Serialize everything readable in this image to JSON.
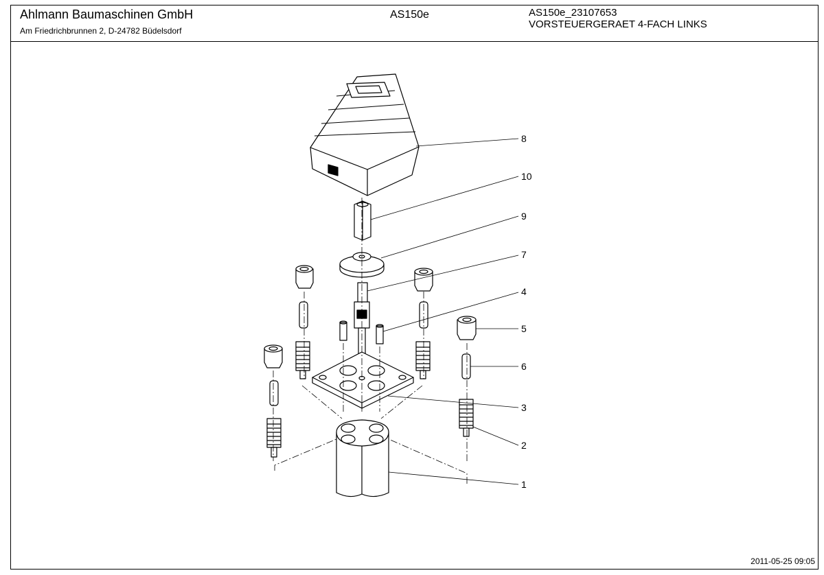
{
  "header": {
    "company": "Ahlmann Baumaschinen GmbH",
    "address": "Am Friedrichbrunnen 2,  D-24782 Büdelsdorf",
    "model": "AS150e",
    "part_number": "AS150e_23107653",
    "part_description": "VORSTEUERGERAET 4-FACH LINKS"
  },
  "footer": {
    "timestamp": "2011-05-25 09:05"
  },
  "callouts": [
    "8",
    "10",
    "9",
    "7",
    "4",
    "5",
    "6",
    "3",
    "2",
    "1"
  ]
}
